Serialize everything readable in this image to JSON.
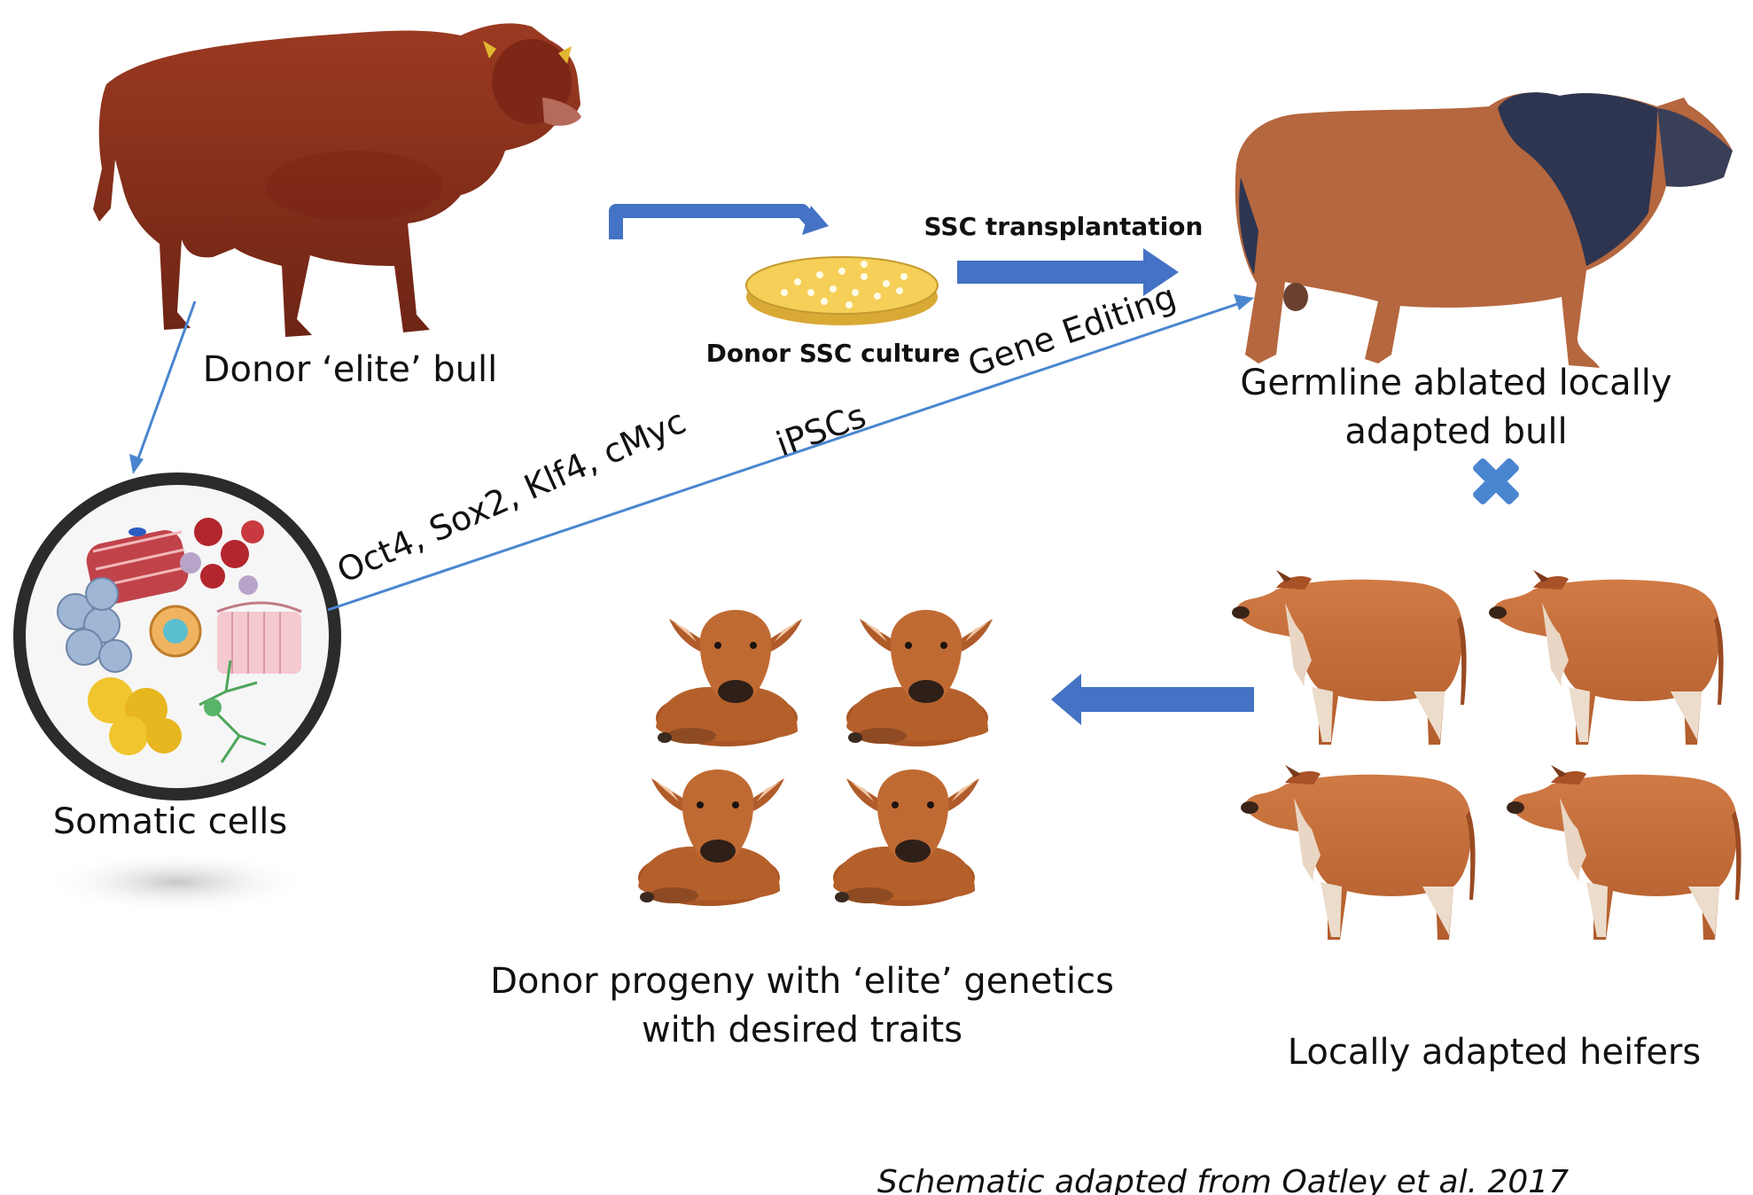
{
  "labels": {
    "donor_bull": "Donor ‘elite’ bull",
    "ssc_culture": "Donor SSC culture",
    "ssc_transplantation": "SSC transplantation",
    "germline_bull_line1": "Germline ablated locally",
    "germline_bull_line2": "adapted bull",
    "somatic_cells": "Somatic cells",
    "reprogramming_factors": "Oct4, Sox2, Klf4, cMyc",
    "ipscs": "iPSCs",
    "gene_editing": "Gene Editing",
    "progeny_line1": "Donor progeny with ‘elite’ genetics",
    "progeny_line2": "with desired traits",
    "heifers": "Locally adapted heifers",
    "citation": "Schematic adapted from Oatley et al. 2017"
  },
  "colors": {
    "arrow_blue": "#4472C4",
    "thin_line_blue": "#4A86D0",
    "donor_bull": "#8B2E1A",
    "local_bull_body": "#B0603A",
    "local_bull_hump": "#2E3550",
    "cow": "#C46A36",
    "calf": "#B45F2A",
    "culture_dish": "#F2C84B"
  }
}
